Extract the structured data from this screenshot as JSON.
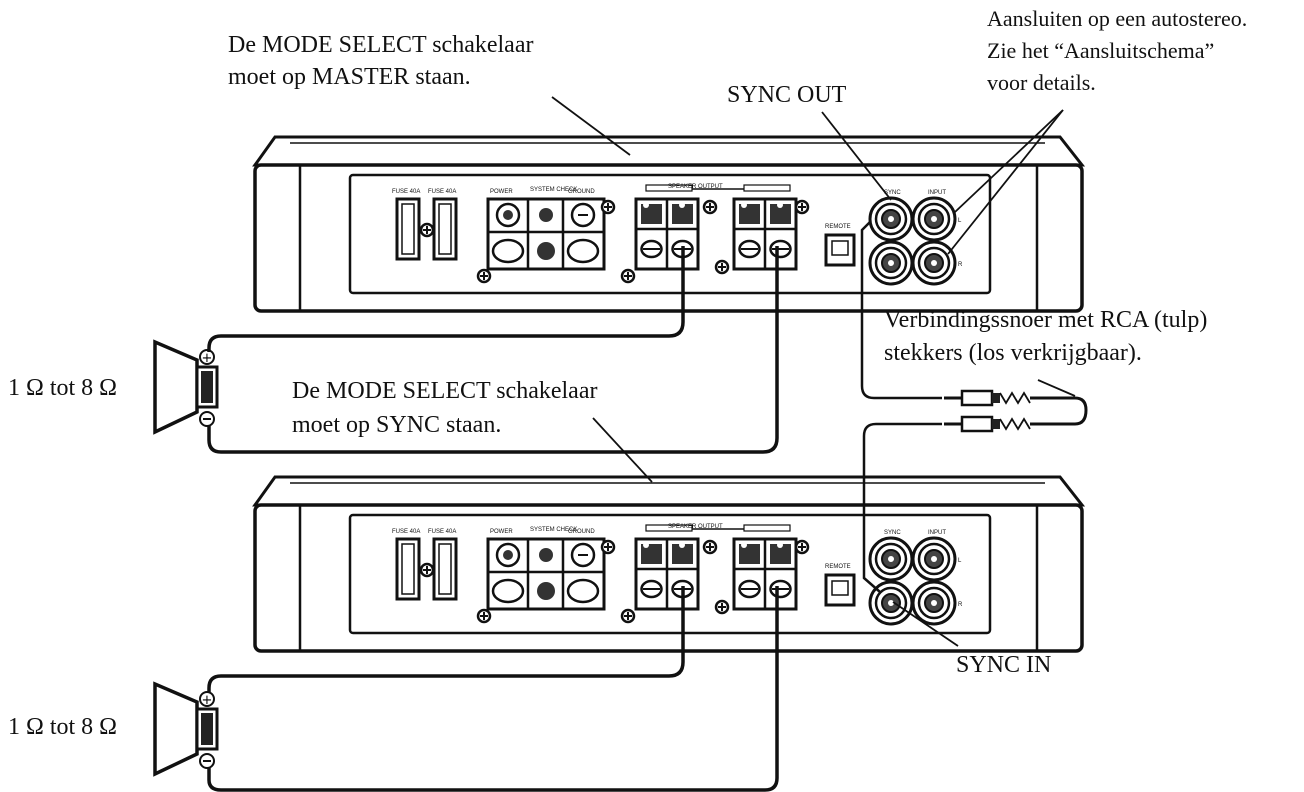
{
  "labels": {
    "master_note_line1": "De MODE SELECT schakelaar",
    "master_note_line2": "moet op MASTER staan.",
    "sync_out": "SYNC OUT",
    "head_unit_line1": "Aansluiten op een autostereo.",
    "head_unit_line2": "Zie het “Aansluitschema”",
    "head_unit_line3": "voor details.",
    "rca_line1": "Verbindingssnoer met RCA (tulp)",
    "rca_line2": "stekkers (los verkrijgbaar).",
    "sync_note_line1": "De MODE SELECT schakelaar",
    "sync_note_line2": "moet op SYNC staan.",
    "sync_in": "SYNC IN",
    "speaker_top_impedance": "1 Ω tot 8 Ω",
    "speaker_bottom_impedance": "1 Ω tot 8 Ω"
  },
  "amp_panel": {
    "fuse_left": "FUSE 40A",
    "fuse_right": "FUSE 40A",
    "power": "POWER",
    "system_check": "SYSTEM CHECK",
    "ground": "GROUND",
    "speaker_output": "SPEAKER OUTPUT",
    "remote": "REMOTE",
    "sync": "SYNC",
    "input": "INPUT",
    "jack_l": "L",
    "jack_r": "R"
  },
  "colors": {
    "line": "#111111",
    "panel": "#ffffff",
    "jack": "#333333"
  }
}
